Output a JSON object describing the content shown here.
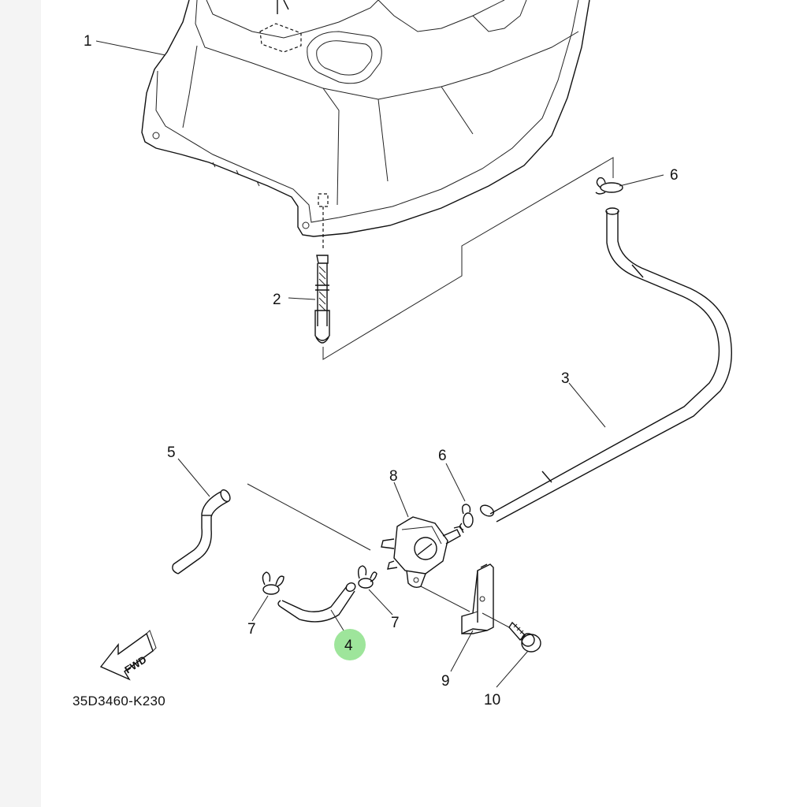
{
  "diagram": {
    "drawing_code": "35D3460-K230",
    "direction_label": "FWD",
    "highlight_color": "#7ddc7a",
    "callouts": {
      "part1": "1",
      "part2": "2",
      "part3": "3",
      "part4": "4",
      "part5": "5",
      "part6_top": "6",
      "part6_mid": "6",
      "part7_left": "7",
      "part7_right": "7",
      "part8": "8",
      "part9": "9",
      "part10": "10"
    }
  }
}
